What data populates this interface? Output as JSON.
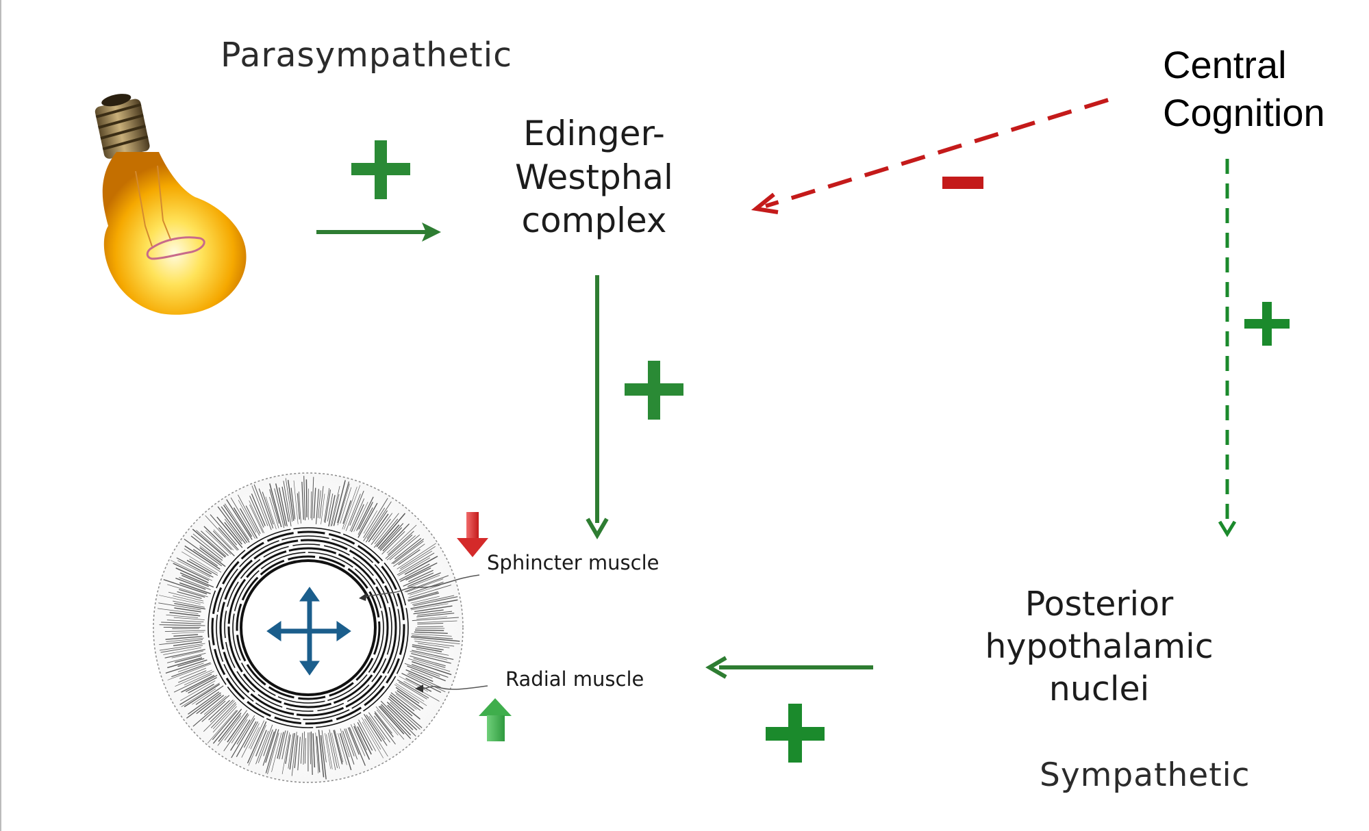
{
  "labels": {
    "parasympathetic": "Parasympathetic",
    "sympathetic": "Sympathetic",
    "edinger_westphal": [
      "Edinger-",
      "Westphal",
      "complex"
    ],
    "central_cognition": [
      "Central",
      "Cognition"
    ],
    "posterior_hypothalamic": [
      "Posterior",
      "hypothalamic",
      "nuclei"
    ],
    "sphincter_muscle": "Sphincter muscle",
    "radial_muscle": "Radial muscle"
  },
  "colors": {
    "green": "#2e7d32",
    "dark_green": "#1b7a2c",
    "red": "#c41a1a",
    "blue": "#1b5e8c"
  },
  "icons": {
    "light_source": "light-bulb-icon",
    "iris": "iris-illustration",
    "pupil_size": "four-way-arrow-icon"
  }
}
